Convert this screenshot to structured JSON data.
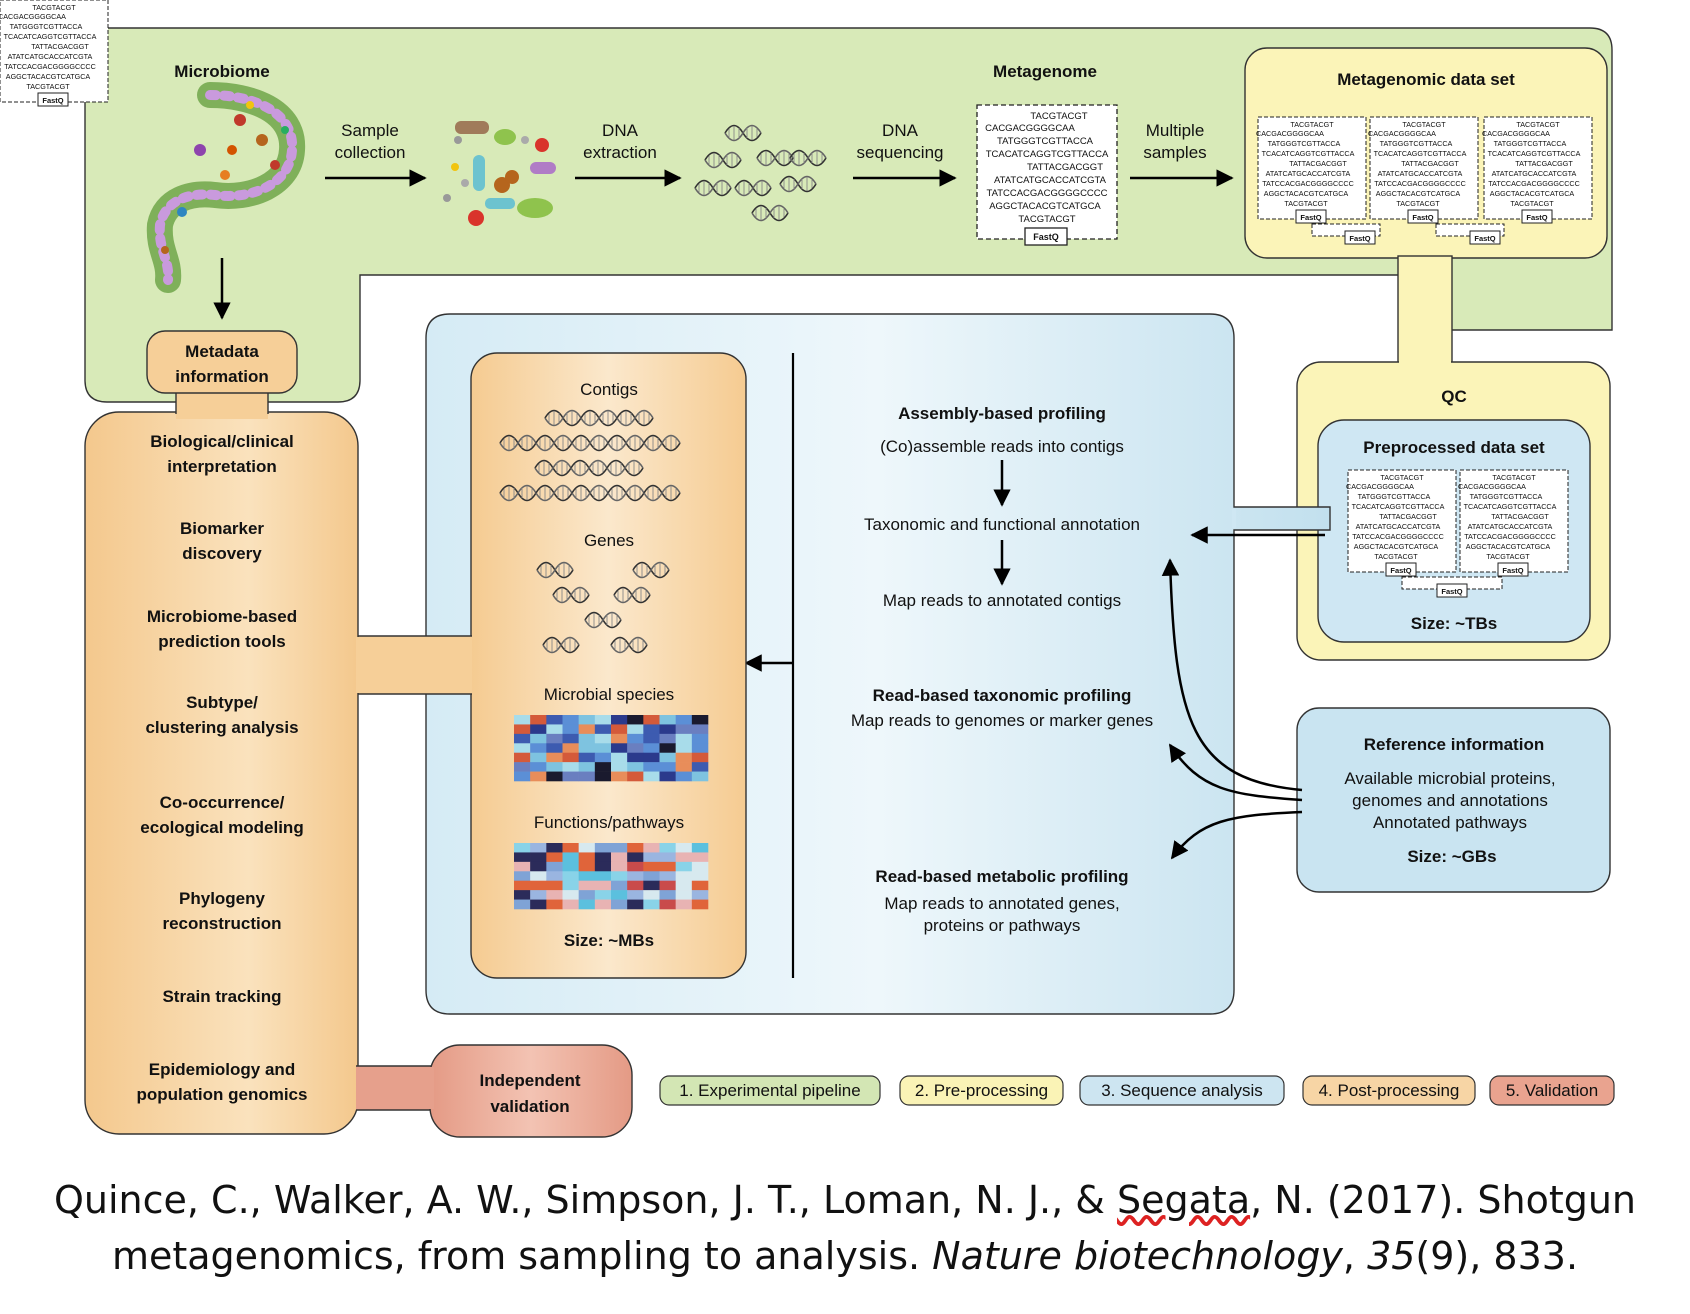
{
  "top": {
    "microbiome": "Microbiome",
    "sample_collection": [
      "Sample",
      "collection"
    ],
    "dna_extraction": [
      "DNA",
      "extraction"
    ],
    "dna_sequencing": [
      "DNA",
      "sequencing"
    ],
    "metagenome": "Metagenome",
    "multiple_samples": [
      "Multiple",
      "samples"
    ],
    "metagenomic_data_set": "Metagenomic data set"
  },
  "sequence_lines": [
    "TACGTACGT",
    "CACGACGGGGCAA",
    "TATGGGTCGTTACCA",
    "TCACATCAGGTCGTTACCA",
    "TATTACGACGGT",
    "ATATCATGCACCATCGTA",
    "TATCCACGACGGGGCCCC",
    "AGGCTACACGTCATGCA",
    "TACGTACGT"
  ],
  "fastq": "FastQ",
  "metadata": [
    "Metadata",
    "information"
  ],
  "qc": {
    "title": "QC",
    "preprocessed": "Preprocessed data set",
    "size": "Size: ~TBs"
  },
  "reference": {
    "title": "Reference information",
    "lines": [
      "Available microbial proteins,",
      "genomes and annotations",
      "Annotated pathways"
    ],
    "size": "Size: ~GBs"
  },
  "profiling": {
    "assembly_title": "Assembly-based profiling",
    "assembly_steps": [
      "(Co)assemble reads into contigs",
      "Taxonomic and functional annotation",
      "Map reads to annotated contigs"
    ],
    "read_tax_title": "Read-based taxonomic profiling",
    "read_tax_desc": "Map reads to genomes or marker genes",
    "read_met_title": "Read-based metabolic profiling",
    "read_met_desc": [
      "Map reads to annotated genes,",
      "proteins or pathways"
    ]
  },
  "results": {
    "contigs": "Contigs",
    "genes": "Genes",
    "species": "Microbial species",
    "functions": "Functions/pathways",
    "size": "Size: ~MBs"
  },
  "analyses": [
    [
      "Biological/clinical",
      "interpretation"
    ],
    [
      "Biomarker",
      "discovery"
    ],
    [
      "Microbiome-based",
      "prediction tools"
    ],
    [
      "Subtype/",
      "clustering analysis"
    ],
    [
      "Co-occurrence/",
      "ecological modeling"
    ],
    [
      "Phylogeny",
      "reconstruction"
    ],
    [
      "Strain tracking"
    ],
    [
      "Epidemiology and",
      "population genomics"
    ]
  ],
  "validation": [
    "Independent",
    "validation"
  ],
  "legend": [
    {
      "label": "1. Experimental pipeline",
      "color": "#d3e6b4"
    },
    {
      "label": "2. Pre-processing",
      "color": "#faf3b6"
    },
    {
      "label": "3. Sequence analysis",
      "color": "#cde5f1"
    },
    {
      "label": "4. Post-processing",
      "color": "#f7d5a5"
    },
    {
      "label": "5. Validation",
      "color": "#e9a38f"
    }
  ],
  "colors": {
    "experimental": "#d8eab8",
    "preprocessing": "#fbf4b8",
    "sequence": "#c9e4f1",
    "postprocessing": "#f6cf98",
    "validation": "#e6a08c"
  },
  "citation": {
    "line1_pre": "Quince, C., Walker, A. W., Simpson, J. T., Loman, N. J., & ",
    "line1_ul": "Segata",
    "line1_post": ", N. (2017). Shotgun",
    "line2_pre": "metagenomics, from sampling to analysis. ",
    "journal": "Nature biotechnology",
    "sep": ", ",
    "volume": "35",
    "rest": "(9), 833."
  }
}
